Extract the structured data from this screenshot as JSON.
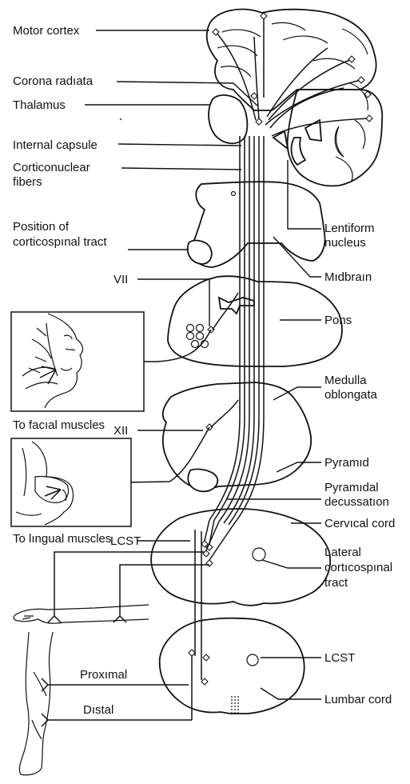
{
  "labels": {
    "motor_cortex": "Motor cortex",
    "corona_radiata": "Corona radıata",
    "thalamus": "Thalamus",
    "internal_capsule": "Internal capsule",
    "corticonuclear_1": "Corticonuclear",
    "corticonuclear_2": "fibers",
    "position_1": "Position of",
    "position_2": "corticospınal tract",
    "lentiform_1": "Lentiform",
    "lentiform_2": "nucleus",
    "midbrain": "Mıdbraın",
    "vii": "VII",
    "pons": "Pons",
    "to_facial": "To facıal muscles",
    "medulla_1": "Medulla",
    "medulla_2": "oblongata",
    "xii": "XII",
    "pyramid": "Pyramıd",
    "pyr_decuss_1": "Pyramıdal",
    "pyr_decuss_2": "decussatıon",
    "to_lingual": "To lıngual muscles",
    "cervical_cord": "Cervıcal cord",
    "lcst_left": "LCST",
    "lateral_1": "Lateral",
    "lateral_2": "cortıcospınal",
    "lateral_3": "tract",
    "lcst_right": "LCST",
    "proximal": "Proxımal",
    "lumbar_cord": "Lumbar cord",
    "distal": "Dıstal"
  }
}
